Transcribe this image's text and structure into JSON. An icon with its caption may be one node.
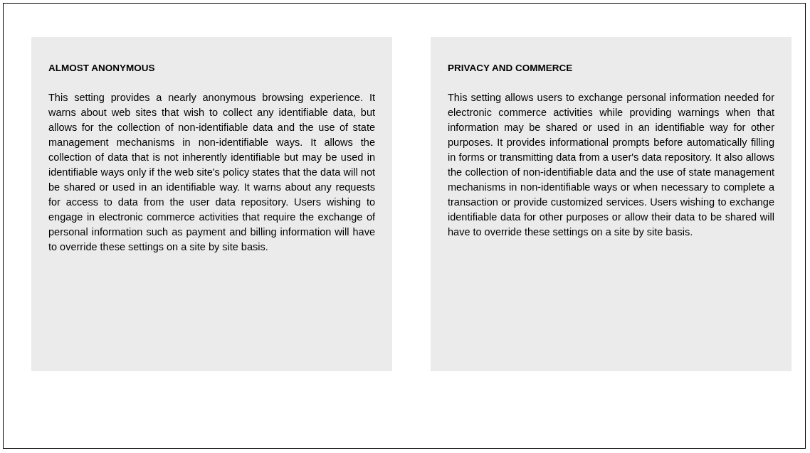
{
  "diagram": {
    "nodes": [
      {
        "text": [
          "ALMOST ANONYMOUS",
          "This setting provides a nearly anonymous browsing experience. It warns about web sites that wish to collect any identifiable data, but allows for the collection of non-identifiable data and the use of state management mechanisms in non-identifiable ways. It allows the collection of data that is not inherently identifiable but may be used in identifiable ways only if the web site's policy states that the data will not be shared or used in an identifiable way. It warns about any requests for access to data from the user data repository. Users wishing to engage in electronic commerce activities that require the exchange of personal information such as payment and billing information will have to override these settings on a site by site basis."
        ]
      },
      {
        "text": [
          "PRIVACY AND COMMERCE",
          "This setting allows users to exchange personal information needed for electronic commerce activities while providing warnings when that information may be shared or used in an identifiable way for other purposes. It provides informational prompts before automatically filling in forms or transmitting data from a user's data repository. It also allows the collection of non-identifiable data and the use of state management mechanisms in non-identifiable ways or when necessary to complete a transaction or provide customized services. Users wishing to exchange identifiable data for other purposes or allow their data to be shared will have to override these settings on a site by site basis."
        ]
      }
    ]
  }
}
